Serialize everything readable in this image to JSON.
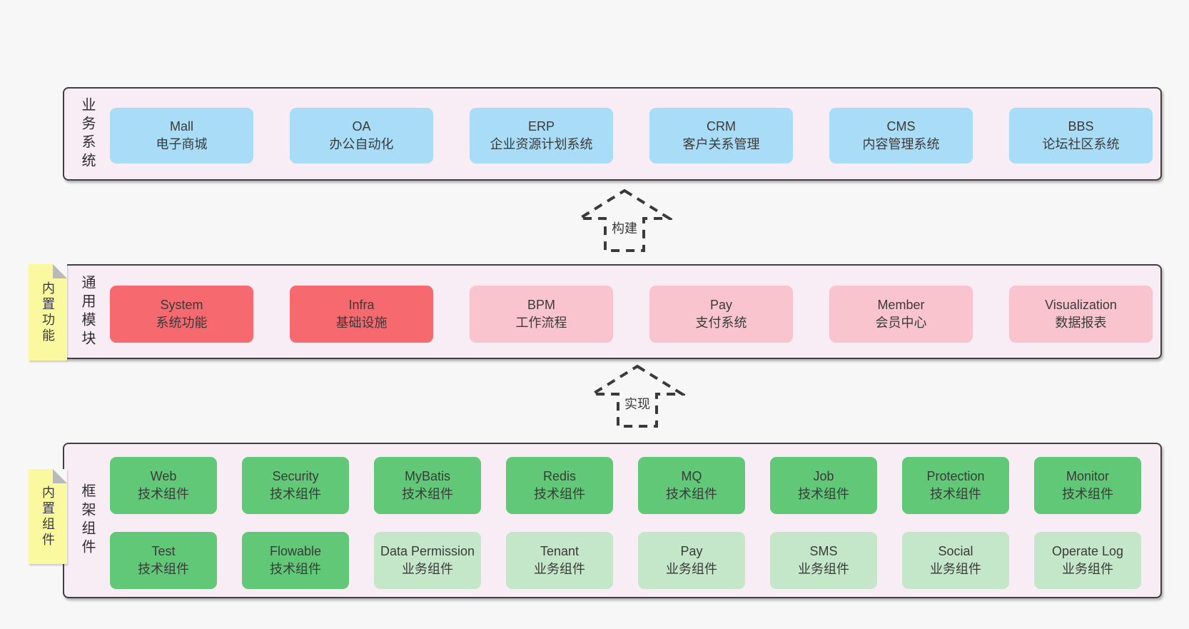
{
  "diagram": {
    "palette": {
      "page_bg": "#f7f7f7",
      "layer_bg": "#f8ecf5",
      "layer_border": "#3f3f3f",
      "blue_box": "#a9dcf6",
      "red_box": "#f5696f",
      "pink_box": "#fac4cf",
      "green_box": "#61c878",
      "light_green_box": "#c4e7c9",
      "sticky_yellow": "#fbf99f",
      "sticky_fold_gray": "#b9b9b9",
      "text": "#3a3a3a"
    },
    "arrows": [
      {
        "label": "构建"
      },
      {
        "label": "实现"
      }
    ],
    "layers": [
      {
        "label": "业务系统",
        "boxes": [
          {
            "title": "Mall",
            "subtitle": "电子商城"
          },
          {
            "title": "OA",
            "subtitle": "办公自动化"
          },
          {
            "title": "ERP",
            "subtitle": "企业资源计划系统"
          },
          {
            "title": "CRM",
            "subtitle": "客户关系管理"
          },
          {
            "title": "CMS",
            "subtitle": "内容管理系统"
          },
          {
            "title": "BBS",
            "subtitle": "论坛社区系统"
          }
        ]
      },
      {
        "label": "通用模块",
        "sticky": "内置功能",
        "boxes": [
          {
            "title": "System",
            "subtitle": "系统功能"
          },
          {
            "title": "Infra",
            "subtitle": "基础设施"
          },
          {
            "title": "BPM",
            "subtitle": "工作流程"
          },
          {
            "title": "Pay",
            "subtitle": "支付系统"
          },
          {
            "title": "Member",
            "subtitle": "会员中心"
          },
          {
            "title": "Visualization",
            "subtitle": "数据报表"
          }
        ]
      },
      {
        "label": "框架组件",
        "sticky": "内置组件",
        "rows": [
          [
            {
              "title": "Web",
              "subtitle": "技术组件"
            },
            {
              "title": "Security",
              "subtitle": "技术组件"
            },
            {
              "title": "MyBatis",
              "subtitle": "技术组件"
            },
            {
              "title": "Redis",
              "subtitle": "技术组件"
            },
            {
              "title": "MQ",
              "subtitle": "技术组件"
            },
            {
              "title": "Job",
              "subtitle": "技术组件"
            },
            {
              "title": "Protection",
              "subtitle": "技术组件"
            },
            {
              "title": "Monitor",
              "subtitle": "技术组件"
            }
          ],
          [
            {
              "title": "Test",
              "subtitle": "技术组件"
            },
            {
              "title": "Flowable",
              "subtitle": "技术组件"
            },
            {
              "title": "Data Permission",
              "subtitle": "业务组件"
            },
            {
              "title": "Tenant",
              "subtitle": "业务组件"
            },
            {
              "title": "Pay",
              "subtitle": "业务组件"
            },
            {
              "title": "SMS",
              "subtitle": "业务组件"
            },
            {
              "title": "Social",
              "subtitle": "业务组件"
            },
            {
              "title": "Operate Log",
              "subtitle": "业务组件"
            }
          ]
        ]
      }
    ]
  }
}
